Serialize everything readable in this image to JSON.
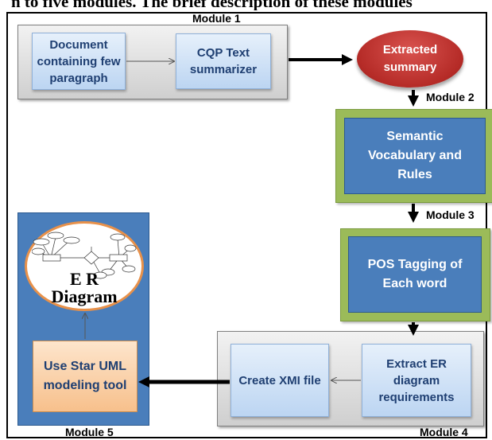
{
  "top_text": "n to five modules. The brief description of these modules",
  "modules": {
    "m1": "Module 1",
    "m2": "Module 2",
    "m3": "Module 3",
    "m4": "Module 4",
    "m5": "Module 5"
  },
  "nodes": {
    "document": "Document containing few paragraph",
    "cqp": "CQP Text summarizer",
    "extracted": "Extracted summary",
    "semantic": "Semantic Vocabulary and Rules",
    "pos": "POS Tagging of Each word",
    "extract_er": "Extract ER diagram requirements",
    "xmi": "Create XMI file",
    "star_uml": "Use Star UML modeling tool",
    "er_diagram_line1": "E R",
    "er_diagram_line2": "Diagram"
  },
  "colors": {
    "module_blue": "#4a7ebb",
    "green_border": "#9bbb59",
    "ellipse_red": "#c0392b",
    "orange_fill": "#f9cfa0"
  }
}
